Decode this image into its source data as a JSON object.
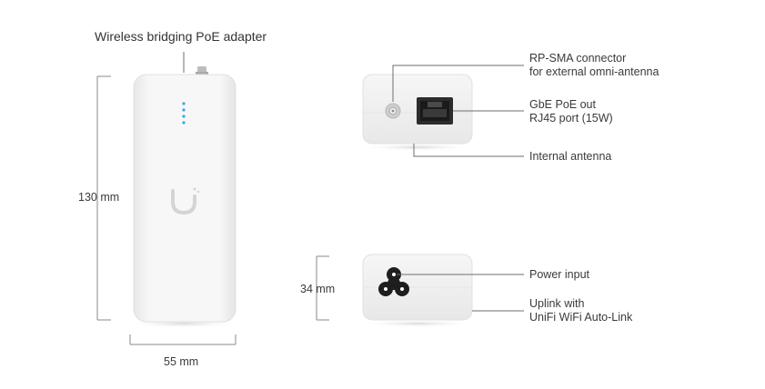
{
  "diagram": {
    "title": "Wireless bridging PoE adapter",
    "dimensions": {
      "height": "130 mm",
      "width": "55 mm",
      "depth": "34 mm"
    },
    "callouts": {
      "rpsma": {
        "line1": "RP-SMA connector",
        "line2": "for external omni-antenna"
      },
      "gbe": {
        "line1": "GbE PoE out",
        "line2": "RJ45 port (15W)"
      },
      "antenna": {
        "line1": "Internal antenna"
      },
      "power": {
        "line1": "Power input"
      },
      "uplink": {
        "line1": "Uplink with",
        "line2": "UniFi WiFi Auto-Link"
      }
    },
    "colors": {
      "device": "#f4f4f4",
      "led": "#3aa7e6",
      "line": "#6e6e6e"
    }
  }
}
